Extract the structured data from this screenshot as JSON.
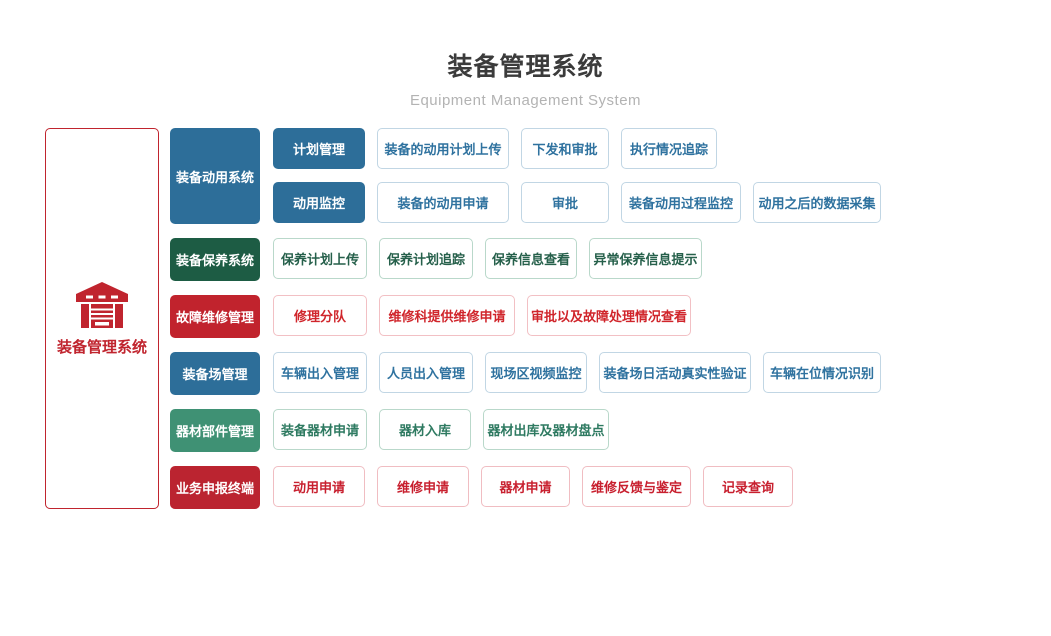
{
  "header": {
    "title": "装备管理系统",
    "subtitle": "Equipment Management System"
  },
  "root": {
    "label": "装备管理系统",
    "icon": "warehouse-icon"
  },
  "colors": {
    "blue": "#2d6e99",
    "dark_green": "#1d5c44",
    "red": "#c1232d",
    "green": "#3f9174",
    "dark_red": "#bb2430",
    "root_border_red": "#c0242e",
    "title_text": "#3b3b3b",
    "subtitle_text": "#b3b3b3"
  },
  "groups": [
    {
      "label": "装备动用系统",
      "theme": "blue",
      "subgroups": [
        {
          "label": "计划管理",
          "items": [
            "装备的动用计划上传",
            "下发和审批",
            "执行情况追踪"
          ]
        },
        {
          "label": "动用监控",
          "items": [
            "装备的动用申请",
            "审批",
            "装备动用过程监控",
            "动用之后的数据采集"
          ]
        }
      ]
    },
    {
      "label": "装备保养系统",
      "theme": "dark-green",
      "items": [
        "保养计划上传",
        "保养计划追踪",
        "保养信息查看",
        "异常保养信息提示"
      ]
    },
    {
      "label": "故障维修管理",
      "theme": "red",
      "items": [
        "修理分队",
        "维修科提供维修申请",
        "审批以及故障处理情况查看"
      ]
    },
    {
      "label": "装备场管理",
      "theme": "blue",
      "items": [
        "车辆出入管理",
        "人员出入管理",
        "现场区视频监控",
        "装备场日活动真实性验证",
        "车辆在位情况识别"
      ]
    },
    {
      "label": "器材部件管理",
      "theme": "green",
      "items": [
        "装备器材申请",
        "器材入库",
        "器材出库及器材盘点"
      ]
    },
    {
      "label": "业务申报终端",
      "theme": "dark-red",
      "items": [
        "动用申请",
        "维修申请",
        "器材申请",
        "维修反馈与鉴定",
        "记录查询"
      ]
    }
  ]
}
